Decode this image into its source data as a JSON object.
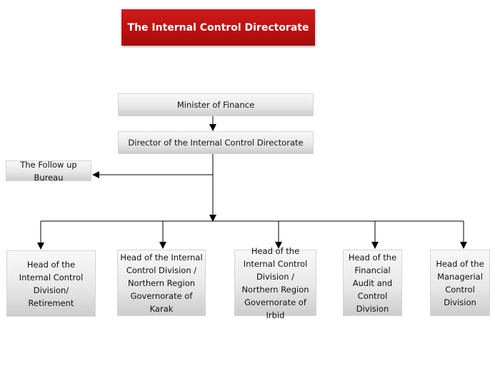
{
  "title": "The Internal Control Directorate",
  "nodes": {
    "minister": "Minister of Finance",
    "director": "Director of the Internal Control Directorate",
    "follow_up": "The Follow up Bureau",
    "head_retirement": "Head of the Internal Control Division/ Retirement",
    "head_karak": "Head of the Internal Control Division / Northern Region Governorate of Karak",
    "head_irbid": "Head of the Internal Control Division / Northern Region Governorate of Irbid",
    "head_financial": "Head of the Financial Audit and Control Division",
    "head_managerial": "Head of the Managerial Control Division"
  },
  "colors": {
    "title_bg": "#c01212",
    "box_bg": "#e6e6e6",
    "line": "#000000"
  }
}
